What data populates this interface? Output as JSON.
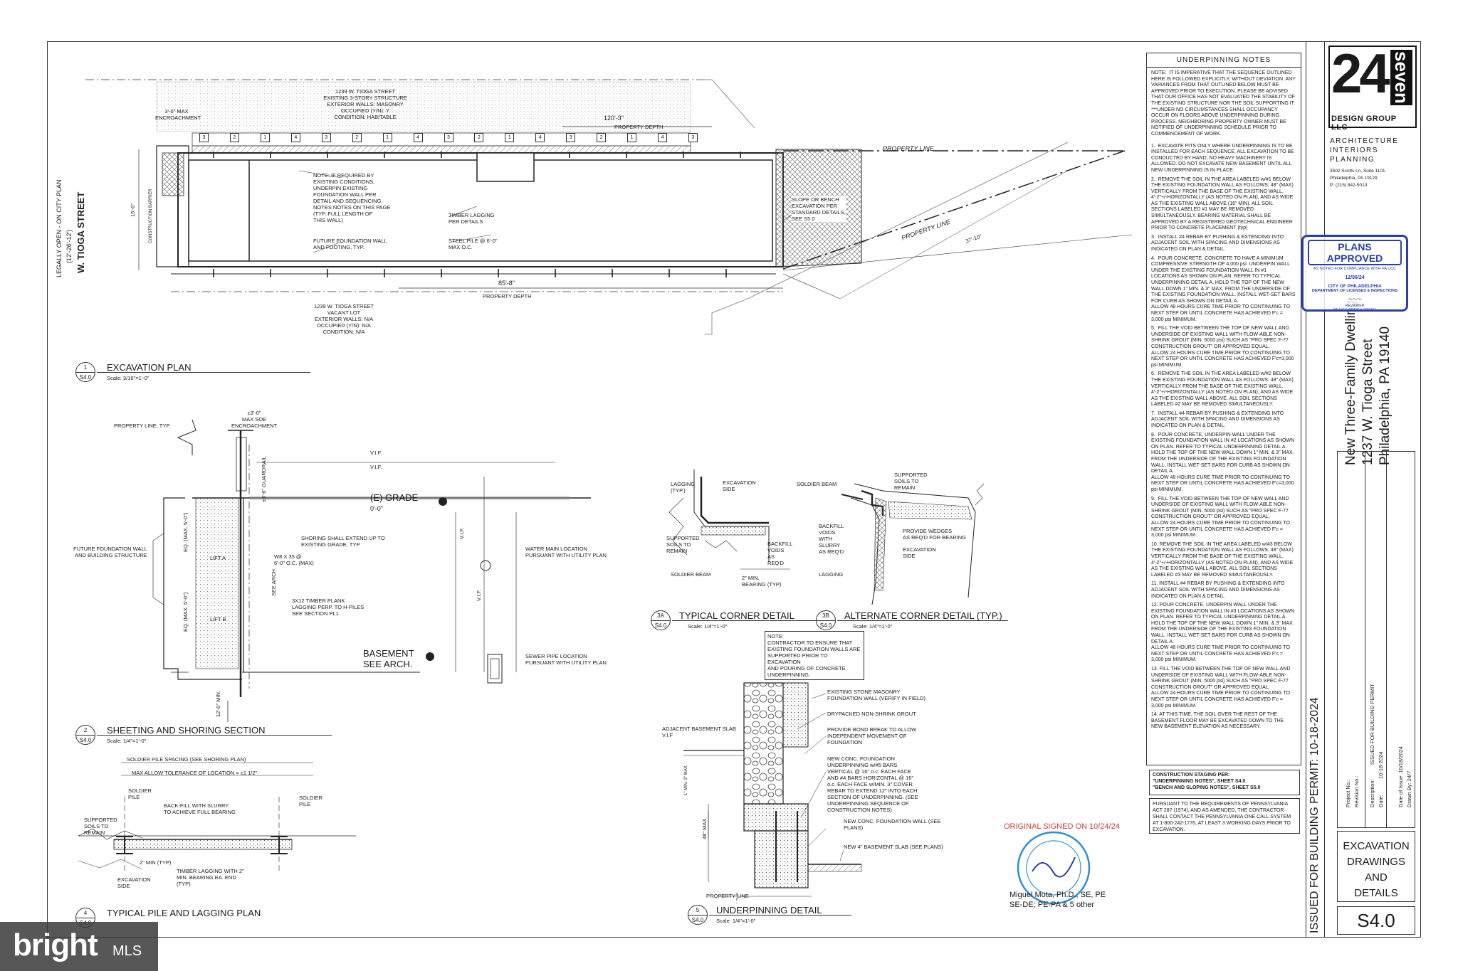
{
  "excavation_plan": {
    "top_structure": [
      "1239 W. TIOGA STREET",
      "EXISTING 3-STORY STRUCTURE",
      "EXTERIOR WALLS: MASONRY",
      "OCCUPIED (Y/N): Y",
      "CONDITION: HABITABLE"
    ],
    "max_encroachment": "3'-0\" MAX ENCROACHMENT",
    "dim_120": "120'-3\"",
    "property_depth": "PROPERTY DEPTH",
    "property_line": "PROPERTY LINE",
    "note_underpin": [
      "NOTE: IF REQUIRED BY",
      "EXISTING CONDITIONS,",
      "UNDERPIN EXISTING",
      "FOUNDATION WALL PER",
      "DETAIL AND SEQUENCING",
      "NOTES NOTES ON THIS PAGE",
      "(TYP.  FULL LENGTH OF",
      "THIS WALL)"
    ],
    "slope_note": [
      "SLOPE OR BENCH",
      "EXCAVATION PER",
      "STANDARD DETAILS,",
      "SEE S5.0"
    ],
    "timber_lagging": [
      "TIMBER LAGGING",
      "PER DETAILS"
    ],
    "steel_pile": [
      "STEEL PILE @ 6'-0\"",
      "MAX O.C."
    ],
    "future_foundation": [
      "FUTURE FOUNDATION WALL",
      "AND FOOTING, TYP."
    ],
    "dim_85": "85'-8\"",
    "dim_37": "37'-10\"",
    "dim_15": "15'-0\"",
    "construction_barrier": "CONSTRUCTION BARRIER",
    "street": [
      "W. TIOGA STREET",
      "(12'-26'-12')",
      "LEGALLY OPEN - ON CITY PLAN"
    ],
    "bottom_lot": [
      "1239 W. TIOGA STREET",
      "VACANT LOT",
      "EXTERIOR WALLS: N/A",
      "OCCUPIED (Y/N): N/A",
      "CONDITION: N/A"
    ],
    "pile_markers": [
      "3",
      "2",
      "1",
      "4",
      "3",
      "2",
      "1",
      "4",
      "3",
      "2",
      "1",
      "4",
      "3",
      "2",
      "1",
      "4",
      "3"
    ]
  },
  "details": [
    {
      "num": "1",
      "sheet": "S4.0",
      "title": "EXCAVATION PLAN",
      "scale": "Scale: 3/16\"=1'-0\""
    },
    {
      "num": "2",
      "sheet": "S4.0",
      "title": "SHEETING AND SHORING SECTION",
      "scale": "Scale: 1/4\"=1'-0\""
    },
    {
      "num": "3A",
      "sheet": "S4.0",
      "title": "TYPICAL CORNER DETAIL",
      "scale": "Scale: 1/4\"=1'-0\""
    },
    {
      "num": "3B",
      "sheet": "S4.0",
      "title": "ALTERNATE CORNER DETAIL (TYP.)",
      "scale": "Scale: 1/4\"=1'-0\""
    },
    {
      "num": "4",
      "sheet": "S4.0",
      "title": "TYPICAL PILE AND LAGGING PLAN",
      "scale": ""
    },
    {
      "num": "5",
      "sheet": "S4.0",
      "title": "UNDERPINNING DETAIL",
      "scale": "Scale: 1/4\"=1'-0\""
    }
  ],
  "section": {
    "property_line": "PROPERTY LINE, TYP.",
    "encroach": [
      "±3'-0\"",
      "MAX SOE",
      "ENCROACHMENT"
    ],
    "vif": "V.I.F.",
    "guardrail": "±3'-6\" GUARDRAIL",
    "grade": "(E) GRADE",
    "grade_val": "0'-0\"",
    "future": [
      "FUTURE FOUNDATION WALL",
      "AND BUILDING STRUCTURE"
    ],
    "shoring": [
      "SHORING SHALL EXTEND UP TO",
      "EXISTING GRADE, TYP."
    ],
    "w8": [
      "W8 X 35 @",
      "6'-0\" O.C. (MAX)"
    ],
    "lift_a": "LIFT A",
    "lift_b": "LIFT B",
    "eq": "EQ. (MAX. 5'-0\")",
    "see_arch": "SEE ARCH.",
    "timber": [
      "3X12  TIMBER PLANK",
      "LAGGING PERP. TO H-PILES",
      "SEE SECTION PL1"
    ],
    "basement": [
      "BASEMENT",
      "SEE ARCH."
    ],
    "min12": "12'-0\" MIN.",
    "water": [
      "WATER MAIN LOCATION",
      "PURSUANT WITH UTILITY PLAN"
    ],
    "sewer": [
      "SEWER PIPE LOCATION",
      "PURSUANT WITH UTILITY PLAN"
    ]
  },
  "pile_plan": {
    "spacing": "SOLDIER PILE SPACING (SEE SHORING PLAN)",
    "tolerance": "MAX ALLOW TOLERANCE OF LOCATION = ±1 1/2\"",
    "soldier_pile": "SOLDIER PILE",
    "backfill": [
      "BACK-FILL WITH SLURRY",
      "TO ACHIEVE FULL BEARING"
    ],
    "supported": [
      "SUPPORTED",
      "SOILS TO",
      "REMAIN"
    ],
    "excavation_side": [
      "EXCAVATION",
      "SIDE"
    ],
    "min2": "2\" MIN (TYP)",
    "timber": [
      "TIMBER LAGGING WITH 2\"",
      "MIN. BEARING EA. END",
      "(TYP)"
    ]
  },
  "corner": {
    "lagging": [
      "LAGGING",
      "(TYP.)"
    ],
    "exc_side": [
      "EXCAVATION",
      "SIDE"
    ],
    "supported": [
      "SUPPORTED",
      "SOILS TO",
      "REMAIN"
    ],
    "backfill": [
      "BACKFILL",
      "VOIDS",
      "AS",
      "REQ'D"
    ],
    "soldier_beam": "SOLDIER BEAM",
    "min_bearing": [
      "2\" MIN.",
      "BEARING (TYP)"
    ],
    "alt_supported": [
      "SUPPORTED",
      "SOILS TO",
      "REMAIN"
    ],
    "alt_soldier": "SOLDIER BEAM",
    "alt_backfill": [
      "BACKFILL",
      "VOIDS",
      "WITH",
      "SLURRY",
      "AS REQ'D"
    ],
    "wedges": [
      "PROVIDE WEDGES",
      "AS REQ'D FOR BEARING"
    ],
    "alt_exc": [
      "EXCAVATION",
      "SIDE"
    ],
    "alt_lagging": "LAGGING"
  },
  "underpin": {
    "note": [
      "NOTE:",
      "CONTRACTOR TO ENSURE THAT",
      "EXISTING FOUNDATION WALLS ARE",
      "SUPPORTED PRIOR TO EXCAVATION",
      "AND POURING OF CONCRETE",
      "UNDERPINNING."
    ],
    "existing_stone": [
      "EXISTING STONE MASONRY",
      "FOUNDATION WALL (VERIFY IN FIELD)"
    ],
    "drypack": "DRYPACKED NON-SHRINK GROUT",
    "bond": [
      "PROVIDE BOND BREAK TO ALLOW",
      "INDEPENDENT MOVEMENT OF",
      "FOUNDATION"
    ],
    "adjacent": [
      "ADJACENT BASEMENT SLAB",
      "V.I.F"
    ],
    "new_conc": [
      "NEW CONC. FOUNDATION",
      "UNDERPINNING w/#5 BARS",
      "VERTICAL @ 16\" o.c. EACH FACE",
      "AND #4 BARS HORIZONTAL @ 16\"",
      "o.c. EACH FACE w/MIN. 3\" COVER.",
      "REBAR TO EXTEND 12\" INTO EACH",
      "SECTION OF UNDERPINNING. (SEE",
      "UNDERPINNING SEQUENCE OF",
      "CONSTRUCTION NOTES)"
    ],
    "new_wall": [
      "NEW CONC. FOUNDATION WALL (SEE",
      "PLANS)"
    ],
    "new_slab": "NEW 4\" BASEMENT SLAB (SEE PLANS)",
    "min": "1\" MIN. 3\" MAX.",
    "dim48": "48\" MAX",
    "property_line": "PROPERTY LINE"
  },
  "notes": {
    "header": "UNDERPINNING NOTES",
    "intro": "NOTE:  IT IS IMPERATIVE THAT THE SEQUENCE OUTLINED HERE IS FOLLOWED EXPLICITLY, WITHOUT DEVIATION. ANY VARIANCES FROM THAT OUTLINED BELOW MUST BE APPROVED PRIOR TO EXECUTION. PLEASE BE ADVISED THAT OUR OFFICE HAS NOT EVALUATED THE STABILITY OF THE EXISTING STRUCTURE NOR THE SOIL SUPPORTING IT.\n***UNDER NO CIRCUMSTANCES SHALL OCCUPANCY OCCUR ON FLOORS ABOVE UNDERPINNING DURING PROCESS. NEIGHBORING PROPERTY OWNER MUST BE NOTIFIED OF UNDERPINNING SCHEDULE PRIOR TO COMMENCEMENT OF WORK.",
    "items": [
      "1.  EXCAVATE PITS ONLY WHERE UNDERPINNING IS TO BE INSTALLED FOR EACH SEQUENCE. ALL EXCAVATION TO BE CONDUCTED BY HAND, NO HEAVY MACHINERY IS ALLOWED. DO NOT EXCAVATE NEW BASEMENT UNTIL ALL NEW UNDERPINNING IS IN PLACE.",
      "2.  REMOVE THE SOIL IN THE AREA LABELED w/#1 BELOW THE EXISTING FOUNDATION WALL AS FOLLOWS: 48\" (MAX) VERTICALLY FROM THE BASE OF THE EXISTING WALL, 4'-2\"+/-HORIZONTALLY (AS NOTED ON PLAN), AND AS WIDE AS THE EXISTING WALL ABOVE (16\" MIN). ALL SOIL SECTIONS LABELED #1 MAY BE REMOVED SIMULTANEOUSLY. BEARING MATERIAL SHALL BE APPROVED BY A REGISTERED GEOTECHNICAL ENGINEER PRIOR TO CONCRETE PLACEMENT (typ)",
      "3.  INSTALL #4 REBAR BY PUSHING & EXTENDING INTO ADJACENT SOIL WITH SPACING AND DIMENSIONS AS INDICATED ON PLAN & DETAIL.",
      "4.  POUR CONCRETE. CONCRETE TO HAVE A MINIMUM COMPRESSIVE STRENGTH OF 4,000 psi. UNDERPIN WALL UNDER THE EXISTING FOUNDATION WALL IN #1 LOCATIONS AS SHOWN ON PLAN. REFER TO TYPICAL UNDERPINNING DETAIL A. HOLD THE TOP OF THE NEW WALL DOWN 1\" MIN. & 3\" MAX. FROM THE UNDERSIDE OF THE EXISTING FOUNDATION WALL. INSTALL WET-SET BARS FOR CURB AS SHOWN ON DETAIL A.\nALLOW 48 HOURS CURE TIME PRIOR TO CONTINUING TO NEXT STEP OR UNTIL CONCRETE HAS ACHIEVED F'c = 3,000 psi MINIMUM.",
      "5.  FILL THE VOID BETWEEN THE TOP OF NEW WALL AND UNDERSIDE OF EXISTING WALL WITH FLOW-ABLE NON-SHRINK GROUT (MIN. 5000 psi) SUCH AS \"PRO SPEC F-77 CONSTRUCTION GROUT\" OR APPROVED EQUAL.\nALLOW 24 HOURS CURE TIME PRIOR TO CONTINUING TO NEXT STEP OR UNTIL CONCRETE HAS ACHIEVED F'c=3,000 psi MINIMUM.",
      "6.  REMOVE THE SOIL IN THE AREA LABELED w/#2 BELOW THE EXISTING FOUNDATION WALL AS FOLLOWS: 48\" (MAX) VERTICALLY FROM THE BASE OF THE EXISTING WALL, 4'-2\"+/-HORIZONTALLY (AS NOTED ON PLAN), AND AS WIDE AS THE EXISTING WALL ABOVE. ALL SOIL SECTIONS LABELED #2 MAY BE REMOVED SIMULTANEOUSLY.",
      "7.  INSTALL #4 REBAR BY PUSHING & EXTENDING INTO ADJACENT SOIL WITH SPACING AND DIMENSIONS AS INDICATED ON PLAN & DETAIL.",
      "8.  POUR CONCRETE. UNDERPIN WALL UNDER THE EXISTING FOUNDATION WALL IN #2 LOCATIONS AS SHOWN ON PLAN. REFER TO TYPICAL UNDERPINNING DETAIL A. HOLD THE TOP OF THE NEW WALL DOWN 1\" MIN. & 3\" MAX. FROM THE UNDERSIDE OF THE EXISTING FOUNDATION WALL. INSTALL WET-SET BARS FOR CURB AS SHOWN ON DETAIL A.\nALLOW 48 HOURS CURE TIME PRIOR TO CONTINUING TO NEXT STEP OR UNTIL CONCRETE HAS ACHIEVED F'c=3,000 psi MINIMUM.",
      "9.  FILL THE VOID BETWEEN THE TOP OF NEW WALL AND UNDERSIDE OF EXISTING WALL WITH FLOW-ABLE NON-SHRINK GROUT (MIN. 5000 psi) SUCH AS \"PRO SPEC F-77 CONSTRUCTION GROUT\" OR APPROVED EQUAL.\nALLOW 24 HOURS CURE TIME PRIOR TO CONTINUING TO NEXT STEP OR UNTIL CONCRETE HAS ACHIEVED F'c = 3,000 psi MINIMUM.",
      "10. REMOVE THE SOIL IN THE AREA LABELED w/#3 BELOW THE EXISTING FOUNDATION WALL AS FOLLOWS: 48\" (MAX) VERTICALLY FROM THE BASE OF THE EXISTING WALL, 4'-2\"+/-HORIZONTALLY (AS NOTED ON PLAN), AND AS WIDE AS THE EXISTING WALL ABOVE. ALL SOIL SECTIONS LABELED #3 MAY BE REMOVED SIMULTANEOUSLY.",
      "11. INSTALL #4 REBAR BY PUSHING & EXTENDING INTO ADJACENT SOIL WITH SPACING AND DIMENSIONS AS INDICATED ON PLAN & DETAIL.",
      "12. POUR CONCRETE. UNDERPIN WALL UNDER THE EXISTING FOUNDATION WALL IN #3 LOCATIONS AS SHOWN ON PLAN. REFER TO TYPICAL UNDERPINNING DETAIL A. HOLD THE TOP OF THE NEW WALL DOWN 1\" MIN. & 3\" MAX. FROM THE UNDERSIDE OF THE EXISTING FOUNDATION WALL. INSTALL WET-SET BARS FOR CURB AS SHOWN ON DETAIL A.\nALLOW 48 HOURS CURE TIME PRIOR TO CONTINUING TO NEXT STEP OR UNTIL CONCRETE HAS ACHIEVED F'c = 3,000 psi MINIMUM.",
      "13. FILL THE VOID BETWEEN THE TOP OF NEW WALL AND UNDERSIDE OF EXISTING WALL WITH FLOW-ABLE NON-SHRINK GROUT (MIN. 5000 psi) SUCH AS \"PRO SPEC F-77 CONSTRUCTION GROUT\" OR APPROVED EQUAL.\nALLOW 24 HOURS CURE TIME PRIOR TO CONTINUING TO NEXT STEP OR UNTIL CONCRETE HAS ACHIEVED F'c = 3,000 psi MINIMUM.",
      "14. AT THIS TIME, THE SOIL OVER THE REST OF THE BASEMENT FLOOR MAY BE EXCAVATED DOWN TO THE NEW BASEMENT ELEVATION AS NECESSARY."
    ],
    "staging": [
      "CONSTRUCTION STAGING PER:",
      "\"UNDERPINNING NOTES\", SHEET S4.0",
      "\"BENCH AND SLOPING NOTES\", SHEET S5.0"
    ],
    "pa_one_call": "PURSUANT TO THE REQUIREMENTS OF PENNSYLVANIA ACT 287 (1974), AND AS AMENDED, THE CONTRACTOR SHALL CONTACT THE PENNSYLVANIA ONE CALL SYSTEM AT 1-800-242-1776, AT LEAST 3 WORKING DAYS PRIOR TO EXCAVATION."
  },
  "firm": {
    "logo_num": "24",
    "logo_word": "seven",
    "name": "DESIGN GROUP LLC",
    "services": [
      "ARCHITECTURE",
      "INTERIORS",
      "PLANNING"
    ],
    "address": [
      "3502 Scotts Ln, Suite 1101",
      "Philadelphia, PA 19129",
      "P: (215) 842-5013"
    ]
  },
  "stamp": {
    "title": "PLANS APPROVED",
    "sub": "AS NOTED FOR COMPLIANCE WITH PA UCC",
    "date": "12/06/24",
    "city": "CITY OF PHILADELPHIA",
    "dept": "DEPARTMENT OF LICENSES & INSPECTIONS",
    "reviewer": "REVIEWER",
    "ucc": "PA UCC CERT # 006361"
  },
  "project": {
    "lines": [
      "New Three-Family Dwelling",
      "1237 W. Tioga Street",
      "Philadelphia, PA 19140"
    ]
  },
  "issue_banner": "ISSUED FOR BUILDING PERMIT: 10-18-2024",
  "revision_table": {
    "project_no": "Project No.:",
    "date_issue": "Date of Issue: 10/18/2024",
    "revision_no": "Revision No.:",
    "description": "Description:",
    "drawn_by": "Drawn By: 24/7",
    "date": "Date:",
    "row_date": "10-18-2024",
    "row_desc": "ISSUED FOR BUILDING PERMIT"
  },
  "sheet_title": [
    "EXCAVATION",
    "DRAWINGS AND",
    "DETAILS"
  ],
  "sheet_number": "S4.0",
  "engineer": {
    "original_signed": "ORIGINAL SIGNED ON 10/24/24",
    "name": "Miguel Mota, Ph.D., SE, PE",
    "lic": "SE-DE; PE-PA & 5 other"
  },
  "watermark": {
    "brand": "bright",
    "mls": "MLS"
  },
  "colors": {
    "stamp_blue": "#2b3fa8",
    "seal_blue": "#2b8fd6",
    "signed_red": "#d23b3b",
    "watermark_bg": "#3a3a3a"
  }
}
